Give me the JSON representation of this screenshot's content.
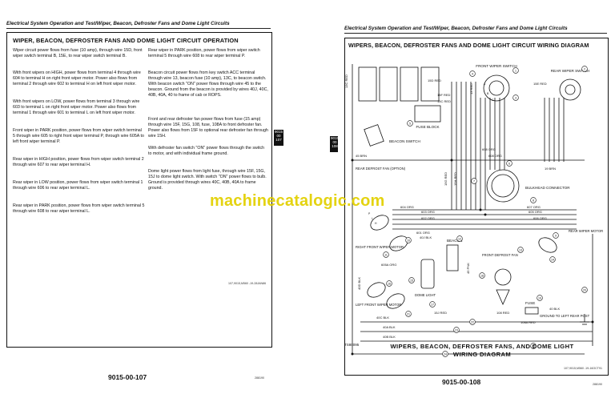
{
  "left_page": {
    "header": "Electrical System Operation and Test/Wiper, Beacon, Defroster Fans and Dome Light Circuits",
    "title": "WIPER, BEACON, DEFROSTER FANS AND DOME LIGHT CIRCUIT OPERATION",
    "col1": [
      "Wiper circuit power flows from fuse (10 amp), through wire 15D, front wiper switch terminal B, 15E, to rear wiper switch terminal B.",
      "With front wipers on HIGH, power flows from terminal 4 through wire 604 to terminal H on right front wiper motor. Power also flows from terminal 2 through wire 602 to terminal H on left front wiper motor.",
      "With front wipers on LOW, power flows from terminal 3 through wire 603 to terminal L on right front wiper motor. Power also flows from terminal 1 through wire 601 to terminal L on left front wiper motor.",
      "Front wiper in PARK position, power flows from wiper switch terminal 5 through wire 605 to right front wiper terminal P, through wire 605A to left front wiper terminal P.",
      "Rear wiper in HIGH position, power flows from wiper switch terminal 2 through wire 607 to rear wiper terminal H.",
      "Rear wiper in LOW position, power flows from wiper switch terminal 1 through wire 606 to rear wiper terminal L.",
      "Rear wiper in PARK position, power flows from wiper switch terminal 5 through wire 608 to rear wiper terminal L."
    ],
    "col2": [
      "Rear wiper in PARK position, power flows from wiper switch terminal 5 through wire 608 to rear wiper terminal P.",
      "Beacon circuit power flows from key switch ACC terminal through wire 13, beacon fuse (10 amp), 13C, to beacon switch. With beacon switch \"ON\" power flows through wire 45 to the beacon. Ground from the beacon is provided by wires 40J, 40C, 40B, 40A, 40 to frame of cab or ROPS.",
      "Front and rear defroster fan power flows from fuse (15 amp) through wire 15F, 15G, 108, fuse, 108A to front defroster fan. Power also flows from 15F to optional rear defroster fan through wire 15H.",
      "With defroster fan switch \"ON\" power flows through the switch to motor, and with individual frame ground.",
      "Dome light power flows from light fuse, through wire 15F, 15G, 15J to dome light switch. With switch \"ON\" power flows to bulb. Ground is provided through wires 40C, 40B, 40A to frame ground."
    ],
    "ref": "107,9015,M560 -19-28JAN86",
    "page_number": "9015-00-107",
    "date_code": "288190"
  },
  "gutter_tab": {
    "lines": [
      "9015",
      "00",
      "107"
    ]
  },
  "right_page": {
    "header": "Electrical System Operation and Test/Wiper, Beacon, Defroster Fans and Dome Light Circuits",
    "title": "WIPERS, BEACON, DEFROSTER FANS AND DOME LIGHT CIRCUIT WIRING DIAGRAM",
    "caption_line1": "WIPERS, BEACON, DEFROSTER FANS, AND DOME LIGHT",
    "caption_line2": "WIRING DIAGRAM",
    "figure_code": "TS80095",
    "ref": "107,9015,M560 -19-16OCT91",
    "page_number": "9015-00-108",
    "date_code": "288190",
    "tab_lines": [
      "9015",
      "00",
      "108"
    ],
    "components": {
      "front_wiper_switch": "FRONT WIPER SWITCH",
      "rear_wiper_switch": "REAR WIPER SWITCH",
      "fuse_block": "FUSE BLOCK",
      "beacon_switch": "BEACON SWITCH",
      "rear_defrost_fan": "REAR DEFROST FAN (OPTION)",
      "bulkhead_connector": "BULKHEAD CONNECTOR",
      "right_front_wiper_motor": "RIGHT FRONT WIPER MOTOR",
      "rear_wiper_motor": "REAR WIPER MOTOR",
      "beacon": "BEACON",
      "front_defrost_fan": "FRONT DEFROST FAN",
      "left_front_wiper_motor": "LEFT FRONT WIPER MOTOR",
      "dome_light": "DOME LIGHT",
      "fuse": "FUSE",
      "ground_to_left_rear_post": "GROUND TO LEFT REAR POST"
    },
    "wire_labels": [
      "13C RED",
      "15D RED",
      "15E RED",
      "15F RED",
      "15G RED",
      "15H RED",
      "15J RED",
      "15C RED",
      "45 BRN",
      "45 PNK",
      "40 BLK",
      "40A BLK",
      "40B BLK",
      "40C BLK",
      "40D BLK",
      "40J BLK",
      "601 ORG",
      "602 ORG",
      "603 ORG",
      "604 ORG",
      "605 ORG",
      "605A ORG",
      "606 ORG",
      "607 ORG",
      "608 ORG",
      "108 RED",
      "108A RED",
      "13 RED",
      "19 BRN",
      "608 ORG"
    ],
    "callouts": [
      "1",
      "2",
      "3",
      "4",
      "5",
      "6",
      "7",
      "8",
      "9",
      "10",
      "11",
      "12",
      "13",
      "14",
      "15",
      "16",
      "17",
      "18",
      "19",
      "20",
      "21",
      "22",
      "23",
      "24",
      "25"
    ],
    "terminals": [
      "A",
      "B",
      "C",
      "P",
      "L",
      "H"
    ]
  },
  "watermark": "machinecatalogic.com"
}
